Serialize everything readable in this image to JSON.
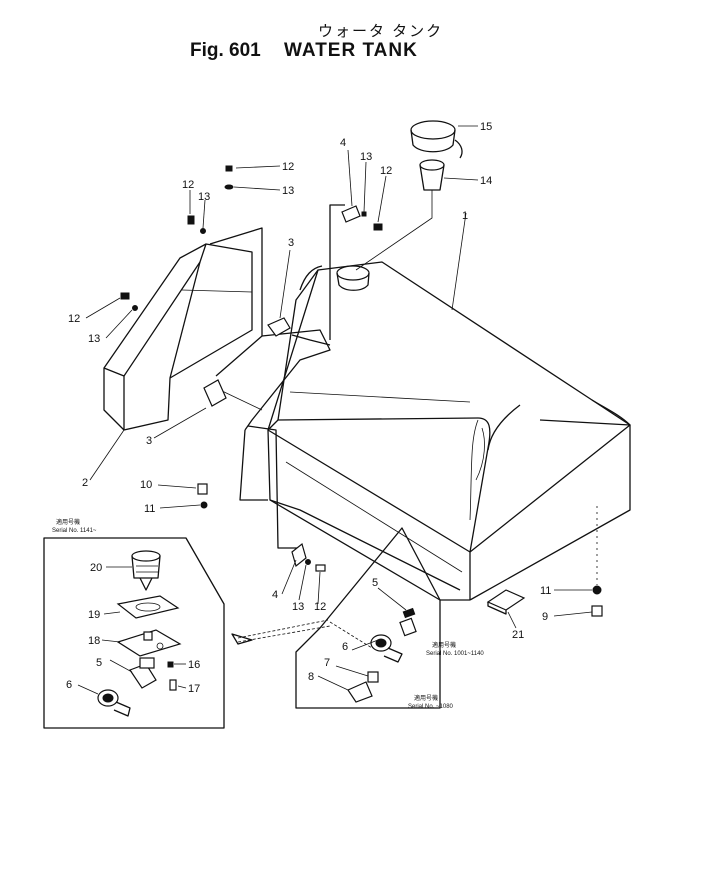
{
  "header": {
    "title_jp": "ウォータ タンク",
    "fig_label": "Fig. 601",
    "title": "WATER TANK"
  },
  "callouts": [
    "1",
    "2",
    "3",
    "3",
    "4",
    "4",
    "5",
    "5",
    "6",
    "6",
    "7",
    "8",
    "9",
    "10",
    "11",
    "11",
    "12",
    "12",
    "12",
    "12",
    "13",
    "13",
    "13",
    "13",
    "14",
    "15",
    "16",
    "17",
    "18",
    "19",
    "20",
    "21"
  ],
  "serial_notes": {
    "left_box_jp": "適用号機",
    "left_box": "Serial No. 1141~",
    "mid_jp": "適用号機",
    "mid": "Serial No. 1001~1140",
    "low_jp": "適用号機",
    "low": "Serial No. ~1080"
  }
}
